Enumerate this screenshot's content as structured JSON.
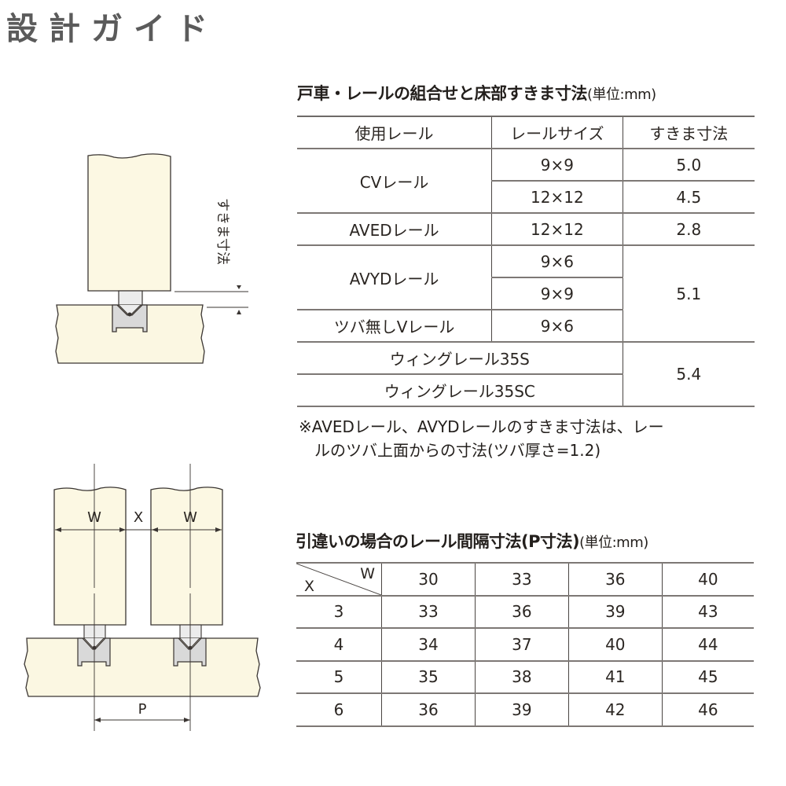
{
  "page": {
    "title": "設計ガイド"
  },
  "clearance_section": {
    "title": "戸車・レールの組合せと床部すきま寸法",
    "unit": "(単位:mm)",
    "headers": [
      "使用レール",
      "レールサイズ",
      "すきま寸法"
    ],
    "rows": [
      {
        "rail": "CVレール",
        "sizes": [
          "9×9",
          "12×12"
        ],
        "clearances": [
          "5.0",
          "4.5"
        ]
      },
      {
        "rail": "AVEDレール",
        "sizes": [
          "12×12"
        ],
        "clearances": [
          "2.8"
        ]
      },
      {
        "rail": "AVYDレール",
        "sizes": [
          "9×6",
          "9×9"
        ],
        "clearances": [
          "5.1"
        ]
      },
      {
        "rail": "ツバ無しVレール",
        "sizes": [
          "9×6"
        ],
        "clearances": [
          "5.1"
        ]
      },
      {
        "rail": "ウィングレール35S",
        "sizes": [],
        "clearances": [
          "5.4"
        ]
      },
      {
        "rail": "ウィングレール35SC",
        "sizes": [],
        "clearances": [
          "5.4"
        ]
      }
    ],
    "note_line1": "※AVEDレール、AVYDレールのすきま寸法は、レー",
    "note_line2": "ルのツバ上面からの寸法(ツバ厚さ=1.2)"
  },
  "pitch_section": {
    "title": "引違いの場合のレール間隔寸法(P寸法)",
    "unit": "(単位:mm)",
    "corner_w": "W",
    "corner_x": "X",
    "w_values": [
      "30",
      "33",
      "36",
      "40"
    ],
    "rows": [
      {
        "x": "3",
        "values": [
          "33",
          "36",
          "39",
          "43"
        ]
      },
      {
        "x": "4",
        "values": [
          "34",
          "37",
          "40",
          "44"
        ]
      },
      {
        "x": "5",
        "values": [
          "35",
          "38",
          "41",
          "45"
        ]
      },
      {
        "x": "6",
        "values": [
          "36",
          "39",
          "42",
          "46"
        ]
      }
    ]
  },
  "diagram1": {
    "label": "すきま寸法"
  },
  "diagram2": {
    "label_w1": "W",
    "label_x": "X",
    "label_w2": "W",
    "label_p": "P"
  },
  "colors": {
    "door": "#fcf8e3",
    "floor": "#fbf7e2",
    "rail": "#d9d9d9",
    "wheel": "#ececec",
    "line": "#3a3532",
    "title_gray": "#5b5b5b"
  }
}
